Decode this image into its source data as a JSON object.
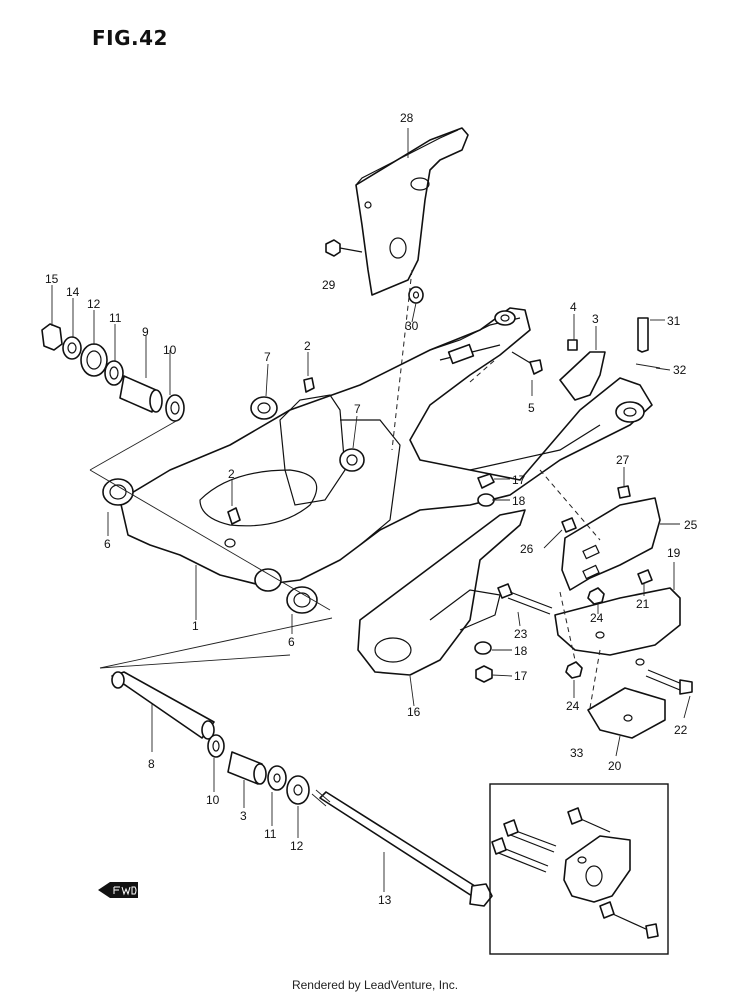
{
  "figure": {
    "title": "FIG.42"
  },
  "footer": {
    "text": "Rendered by LeadVenture, Inc."
  },
  "callouts": [
    {
      "id": "c28",
      "text": "28"
    },
    {
      "id": "c29",
      "text": "29"
    },
    {
      "id": "c30",
      "text": "30"
    },
    {
      "id": "c15",
      "text": "15"
    },
    {
      "id": "c14",
      "text": "14"
    },
    {
      "id": "c12a",
      "text": "12"
    },
    {
      "id": "c11a",
      "text": "11"
    },
    {
      "id": "c9",
      "text": "9"
    },
    {
      "id": "c10a",
      "text": "10"
    },
    {
      "id": "c7a",
      "text": "7"
    },
    {
      "id": "c2a",
      "text": "2"
    },
    {
      "id": "c7b",
      "text": "7"
    },
    {
      "id": "c4",
      "text": "4"
    },
    {
      "id": "c3",
      "text": "3"
    },
    {
      "id": "c31",
      "text": "31"
    },
    {
      "id": "c32",
      "text": "32"
    },
    {
      "id": "c5",
      "text": "5"
    },
    {
      "id": "c2b",
      "text": "2"
    },
    {
      "id": "c17a",
      "text": "17"
    },
    {
      "id": "c18a",
      "text": "18"
    },
    {
      "id": "c27",
      "text": "27"
    },
    {
      "id": "c25",
      "text": "25"
    },
    {
      "id": "c26",
      "text": "26"
    },
    {
      "id": "c19",
      "text": "19"
    },
    {
      "id": "c6a",
      "text": "6"
    },
    {
      "id": "c21",
      "text": "21"
    },
    {
      "id": "c24a",
      "text": "24"
    },
    {
      "id": "c23",
      "text": "23"
    },
    {
      "id": "c1",
      "text": "1"
    },
    {
      "id": "c6b",
      "text": "6"
    },
    {
      "id": "c18b",
      "text": "18"
    },
    {
      "id": "c17b",
      "text": "17"
    },
    {
      "id": "c16",
      "text": "16"
    },
    {
      "id": "c24b",
      "text": "24"
    },
    {
      "id": "c22",
      "text": "22"
    },
    {
      "id": "c20",
      "text": "20"
    },
    {
      "id": "c8",
      "text": "8"
    },
    {
      "id": "c10b",
      "text": "10"
    },
    {
      "id": "c3b",
      "text": "3"
    },
    {
      "id": "c11b",
      "text": "11"
    },
    {
      "id": "c12b",
      "text": "12"
    },
    {
      "id": "c33",
      "text": "33"
    },
    {
      "id": "c13",
      "text": "13"
    }
  ]
}
